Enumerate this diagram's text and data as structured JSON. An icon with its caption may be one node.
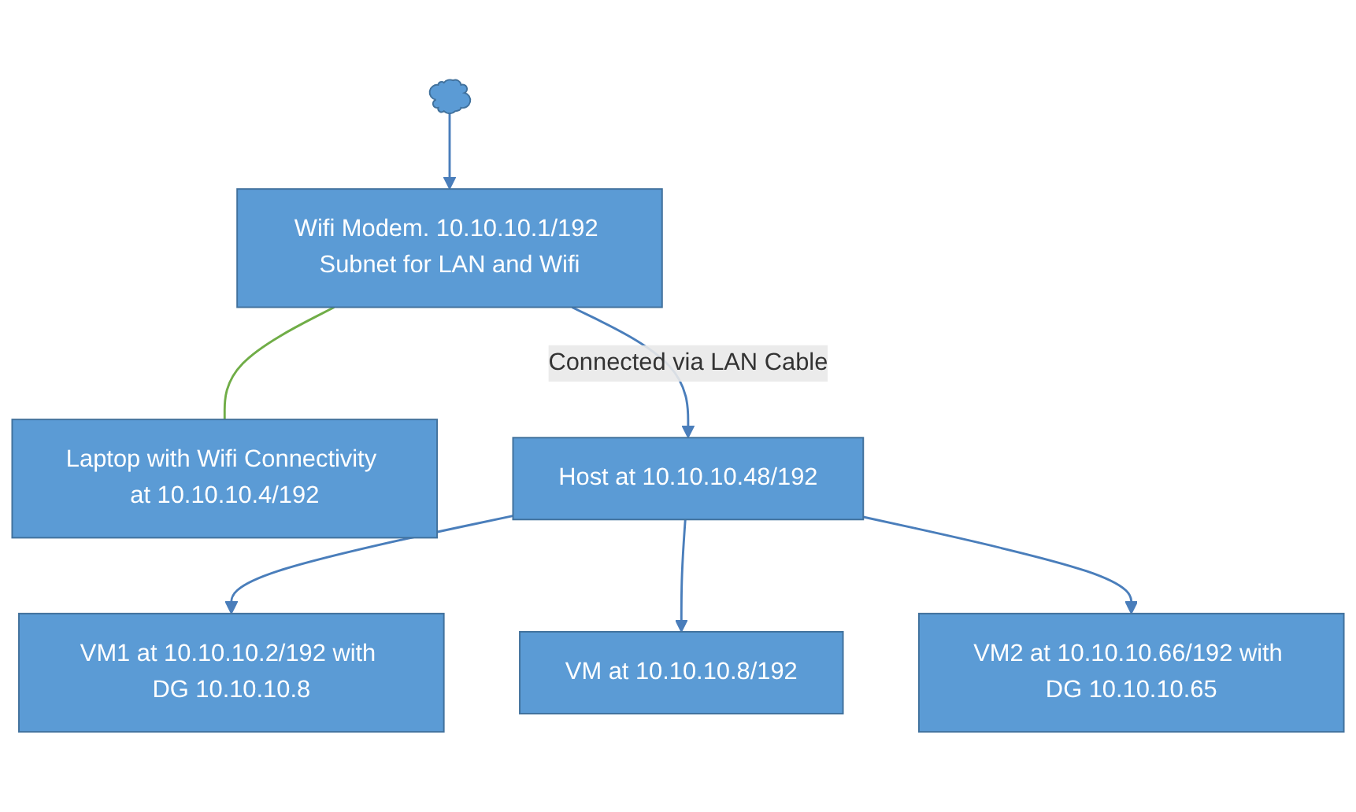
{
  "diagram": {
    "nodes": [
      {
        "text": [],
        "shape": "cloud"
      },
      {
        "text": [
          "Wifi Modem. 10.10.10.1/192 Subnet for LAN and Wifi"
        ]
      },
      {
        "text": [
          "Laptop with Wifi Connectivity at 10.10.10.4/192"
        ]
      },
      {
        "text": [
          "Host at 10.10.10.48/192"
        ]
      },
      {
        "text": [
          "VM1 at 10.10.10.2/192 with DG 10.10.10.8"
        ]
      },
      {
        "text": [
          "VM at 10.10.10.8/192"
        ]
      },
      {
        "text": [
          "VM2 at 10.10.10.66/192 with DG 10.10.10.65"
        ]
      }
    ],
    "edges": [
      {
        "from": 0,
        "to": 1,
        "arrow": "to"
      },
      {
        "from": 1,
        "to": 2,
        "arrow": "none",
        "color": "#70ad47"
      },
      {
        "from": 1,
        "to": 3,
        "arrow": "to",
        "label": "Connected via LAN Cable"
      },
      {
        "from": 3,
        "to": 4,
        "arrow": "to"
      },
      {
        "from": 3,
        "to": 5,
        "arrow": "to"
      },
      {
        "from": 3,
        "to": 6,
        "arrow": "to"
      }
    ]
  }
}
